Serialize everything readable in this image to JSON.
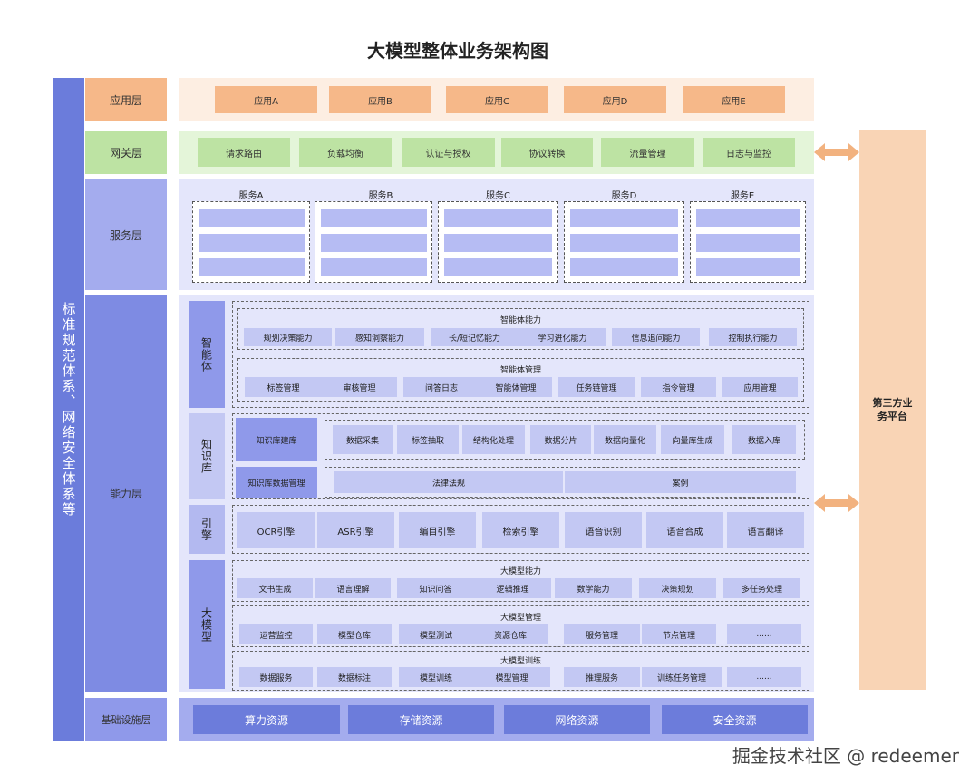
{
  "title": "大模型整体业务架构图",
  "left_bar": "标准规范体系、网络安全体系等",
  "layers": {
    "app": "应用层",
    "gateway": "网关层",
    "service": "服务层",
    "capability": "能力层",
    "infra": "基础设施层"
  },
  "app_items": [
    "应用A",
    "应用B",
    "应用C",
    "应用D",
    "应用E"
  ],
  "gateway_items": [
    "请求路由",
    "负载均衡",
    "认证与授权",
    "协议转换",
    "流量管理",
    "日志与监控"
  ],
  "services": [
    "服务A",
    "服务B",
    "服务C",
    "服务D",
    "服务E"
  ],
  "agent": {
    "label": "智能体",
    "ability_title": "智能体能力",
    "abilities": [
      "规划决策能力",
      "感知洞察能力",
      "长/短记忆能力",
      "学习进化能力",
      "信息追问能力",
      "控制执行能力"
    ],
    "mgmt_title": "智能体管理",
    "mgmt": [
      "标签管理",
      "审核管理",
      "问答日志",
      "智能体管理",
      "任务链管理",
      "指令管理",
      "应用管理"
    ]
  },
  "kb": {
    "label": "知识库",
    "build": "知识库建库",
    "build_items": [
      "数据采集",
      "标签抽取",
      "结构化处理",
      "数据分片",
      "数据向量化",
      "向量库生成",
      "数据入库"
    ],
    "data_mgmt": "知识库数据管理",
    "data_items": [
      "法律法规",
      "案例"
    ]
  },
  "engine": {
    "label": "引擎",
    "items": [
      "OCR引擎",
      "ASR引擎",
      "编目引擎",
      "检索引擎",
      "语音识别",
      "语音合成",
      "语言翻译"
    ]
  },
  "model": {
    "label": "大模型",
    "ability_title": "大模型能力",
    "abilities": [
      "文书生成",
      "语言理解",
      "知识问答",
      "逻辑推理",
      "数学能力",
      "决策规划",
      "多任务处理"
    ],
    "mgmt_title": "大模型管理",
    "mgmt": [
      "运营监控",
      "模型仓库",
      "模型测试",
      "资源仓库",
      "服务管理",
      "节点管理",
      "......"
    ],
    "train_title": "大模型训练",
    "train": [
      "数据服务",
      "数据标注",
      "模型训练",
      "模型管理",
      "推理服务",
      "训练任务管理",
      "......"
    ]
  },
  "infra_items": [
    "算力资源",
    "存储资源",
    "网络资源",
    "安全资源"
  ],
  "third_party": "第三方业务平台",
  "watermark": "掘金技术社区 @ redeemer"
}
